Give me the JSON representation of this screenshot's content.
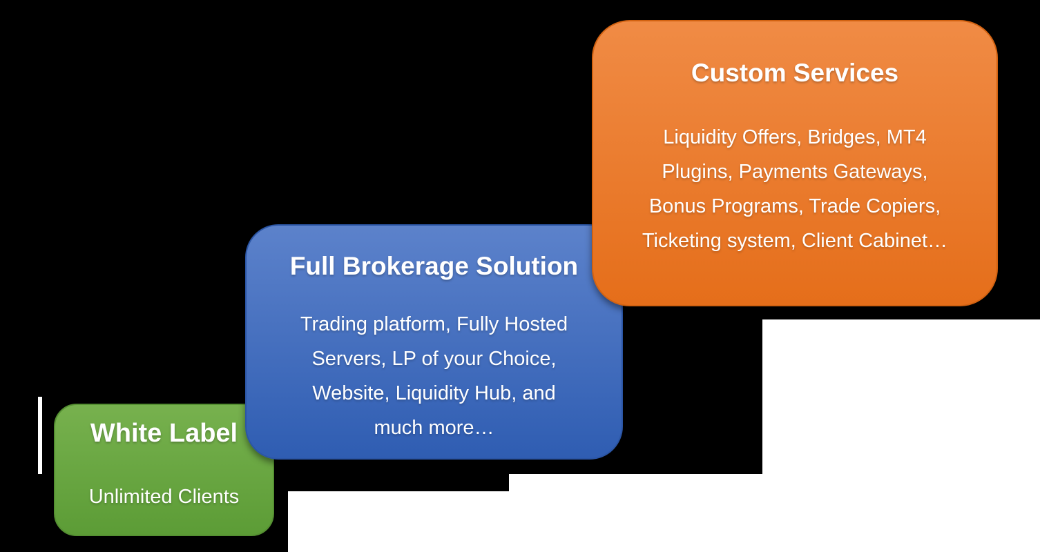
{
  "background": {
    "canvas_color": "#000000",
    "page_color": "#ffffff"
  },
  "boxes": [
    {
      "id": "white-label",
      "title": "White Label",
      "lines": [
        "Unlimited Clients"
      ],
      "color_top": "#77B14E",
      "color_bottom": "#5C9C36",
      "border_color": "#559032",
      "text_color": "#ffffff"
    },
    {
      "id": "full-brokerage",
      "title": "Full Brokerage Solution",
      "lines": [
        "Trading platform, Fully Hosted",
        "Servers, LP of your Choice,",
        "Website, Liquidity Hub, and",
        "much more…"
      ],
      "color_top": "#5C82CB",
      "color_bottom": "#2F5DB2",
      "border_color": "#2B55A4",
      "text_color": "#ffffff"
    },
    {
      "id": "custom-services",
      "title": "Custom Services",
      "lines": [
        "Liquidity Offers, Bridges, MT4",
        "Plugins, Payments Gateways,",
        "Bonus Programs, Trade Copiers,",
        "Ticketing system, Client Cabinet…"
      ],
      "color_top": "#F08B45",
      "color_bottom": "#E56E1A",
      "border_color": "#D26211",
      "text_color": "#ffffff"
    }
  ]
}
